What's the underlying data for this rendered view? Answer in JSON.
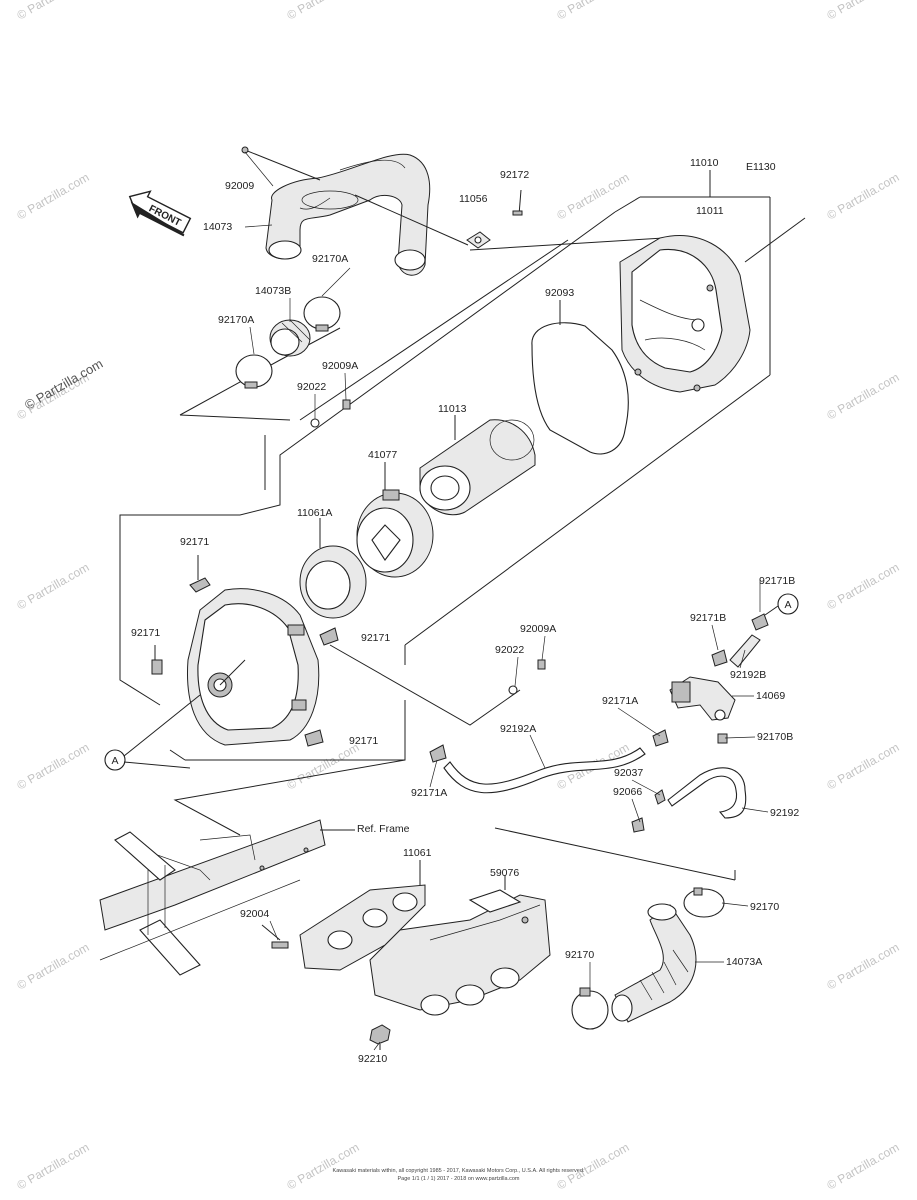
{
  "diagram": {
    "code": "E1130",
    "front_label": "FRONT",
    "callout_a": "A",
    "watermark": "© Partzilla.com",
    "copyright_line1": "Kawasaki materials within, all copyright 1985 - 2017, Kawasaki Motors Corp., U.S.A. All rights reserved.",
    "copyright_line2": "Page 1/1 (1 / 1) 2017 - 2018 on www.partzilla.com"
  },
  "parts": [
    {
      "id": "p92009",
      "label": "92009"
    },
    {
      "id": "p14073",
      "label": "14073"
    },
    {
      "id": "p92172",
      "label": "92172"
    },
    {
      "id": "p11056",
      "label": "11056"
    },
    {
      "id": "p11010",
      "label": "11010"
    },
    {
      "id": "p11011",
      "label": "11011"
    },
    {
      "id": "p92170A_1",
      "label": "92170A"
    },
    {
      "id": "p14073B",
      "label": "14073B"
    },
    {
      "id": "p92170A_2",
      "label": "92170A"
    },
    {
      "id": "p92009A_1",
      "label": "92009A"
    },
    {
      "id": "p92022_1",
      "label": "92022"
    },
    {
      "id": "p92093",
      "label": "92093"
    },
    {
      "id": "p11013",
      "label": "11013"
    },
    {
      "id": "p41077",
      "label": "41077"
    },
    {
      "id": "p11061A",
      "label": "11061A"
    },
    {
      "id": "p92171_1",
      "label": "92171"
    },
    {
      "id": "p92171_2",
      "label": "92171"
    },
    {
      "id": "p92171_3",
      "label": "92171"
    },
    {
      "id": "p92171_4",
      "label": "92171"
    },
    {
      "id": "p92171B_1",
      "label": "92171B"
    },
    {
      "id": "p92171B_2",
      "label": "92171B"
    },
    {
      "id": "p92192B",
      "label": "92192B"
    },
    {
      "id": "p14069",
      "label": "14069"
    },
    {
      "id": "p92009A_2",
      "label": "92009A"
    },
    {
      "id": "p92022_2",
      "label": "92022"
    },
    {
      "id": "p92171A_1",
      "label": "92171A"
    },
    {
      "id": "p92192A",
      "label": "92192A"
    },
    {
      "id": "p92171A_2",
      "label": "92171A"
    },
    {
      "id": "p92170B",
      "label": "92170B"
    },
    {
      "id": "p92037",
      "label": "92037"
    },
    {
      "id": "p92066",
      "label": "92066"
    },
    {
      "id": "p92192",
      "label": "92192"
    },
    {
      "id": "pRefFrame",
      "label": "Ref. Frame"
    },
    {
      "id": "p11061",
      "label": "11061"
    },
    {
      "id": "p59076",
      "label": "59076"
    },
    {
      "id": "p92004",
      "label": "92004"
    },
    {
      "id": "p92170_1",
      "label": "92170"
    },
    {
      "id": "p92170_2",
      "label": "92170"
    },
    {
      "id": "p14073A",
      "label": "14073A"
    },
    {
      "id": "p92210",
      "label": "92210"
    }
  ]
}
